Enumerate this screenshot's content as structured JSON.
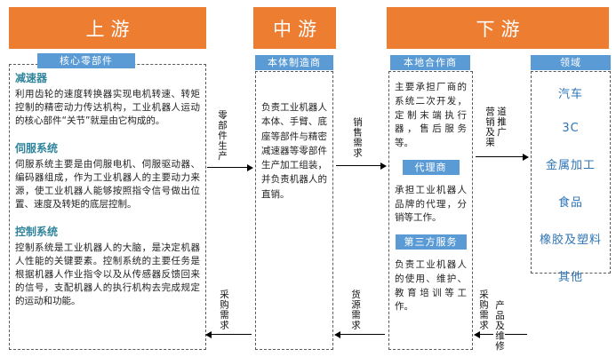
{
  "columns": {
    "upstream": {
      "header": "上游",
      "tag": "核心零部件",
      "sections": [
        {
          "title": "减速器",
          "body": "利用齿轮的速度转换器实现电机转速、转矩控制的精密动力传达机构，工业机器人运动的核心部件“关节”就是由它构成的。"
        },
        {
          "title": "伺服系统",
          "body": "伺服系统主要是由伺服电机、伺服驱动器、编码器组成，作为工业机器人的主要动力来源，使工业机器人能够按照指令信号做出位置、速度及转矩的底层控制。"
        },
        {
          "title": "控制系统",
          "body": "控制系统是工业机器人的大脑，是决定机器人性能的关键要素。控制系统的主要任务是根据机器人作业指令以及从传感器反馈回来的信号，支配机器人的执行机构去完成规定的运动和功能。"
        }
      ]
    },
    "midstream": {
      "header": "中游",
      "tag": "本体制造商",
      "body": "负责工业机器人本体、手臂、底座等部件与精密减速器等零部件生产加工组装，并负责机器人的直销。"
    },
    "downstream": {
      "header": "下游",
      "partners": {
        "tag": "本地合作商",
        "body": "主要承担厂商的系统二次开发，定制末端执行器，售后服务等。",
        "agent_tag": "代理商",
        "agent_body": "承担工业机器人品牌的代理，分销等工作。",
        "service_tag": "第三方服务",
        "service_body": "负责工业机器人的使用、维护、教育培训等工作。"
      },
      "fields": {
        "tag": "领域",
        "items": [
          "汽车",
          "3C",
          "金属加工",
          "食品",
          "橡胶及塑料",
          "其他"
        ]
      }
    }
  },
  "arrows": {
    "top1": "零部件生产",
    "top2": "销售需求",
    "top3": "营销及渠道推广",
    "bottom1": "采购需求",
    "bottom2": "货源需求",
    "bottom3a": "采购需求",
    "bottom3b": "产品及维修"
  },
  "colors": {
    "header_orange": "#ED7D31",
    "tag_blue": "#5B9BD5",
    "section_title_teal": "#2F849B",
    "field_text_blue": "#2E74B5"
  }
}
